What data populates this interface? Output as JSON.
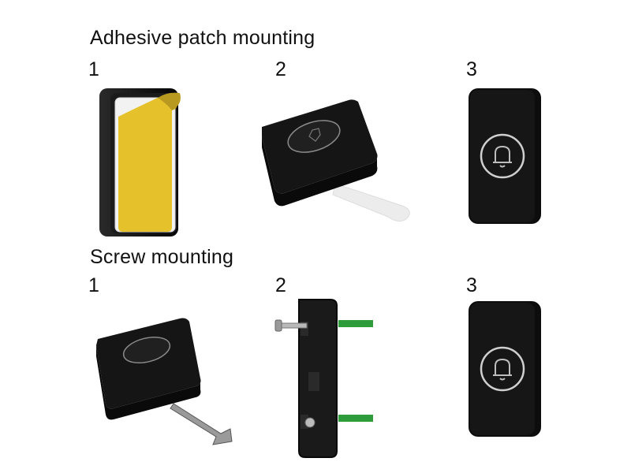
{
  "sections": [
    {
      "title": "Adhesive patch mounting",
      "steps": [
        {
          "number": "1",
          "illustration": "button-with-yellow-adhesive-peeling-icon"
        },
        {
          "number": "2",
          "illustration": "button-with-pull-tab-icon"
        },
        {
          "number": "3",
          "illustration": "doorbell-button-front-icon"
        }
      ]
    },
    {
      "title": "Screw mounting",
      "steps": [
        {
          "number": "1",
          "illustration": "button-opened-with-screwdriver-icon"
        },
        {
          "number": "2",
          "illustration": "back-plate-with-screw-and-wall-anchors-icon"
        },
        {
          "number": "3",
          "illustration": "doorbell-button-front-icon"
        }
      ]
    }
  ],
  "colors": {
    "device_body": "#121212",
    "adhesive": "#e5c12c",
    "anchor": "#2e9c3b",
    "ring": "#c9c9c9"
  }
}
